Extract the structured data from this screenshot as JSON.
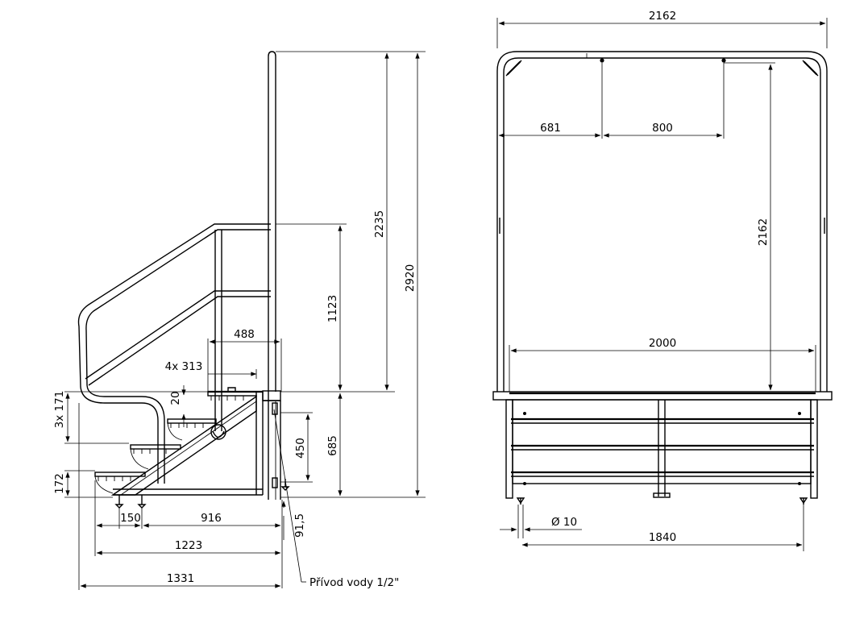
{
  "side_view": {
    "dim_height_total": "2920",
    "dim_height_upper": "2235",
    "dim_handrail_height": "1123",
    "dim_platform_height": "685",
    "dim_450": "450",
    "dim_platform_width": "488",
    "dim_treads": "4x 313",
    "dim_20": "20",
    "dim_risers": "3x 171",
    "dim_172": "172",
    "dim_150": "150",
    "dim_916": "916",
    "dim_91_5": "91,5",
    "dim_1223": "1223",
    "dim_1331": "1331",
    "water_inlet_label": "Přívod vody 1/2\""
  },
  "front_view": {
    "dim_width_total": "2162",
    "dim_681": "681",
    "dim_800": "800",
    "dim_height": "2162",
    "dim_2000": "2000",
    "dim_diameter": "Ø 10",
    "dim_1840": "1840"
  }
}
